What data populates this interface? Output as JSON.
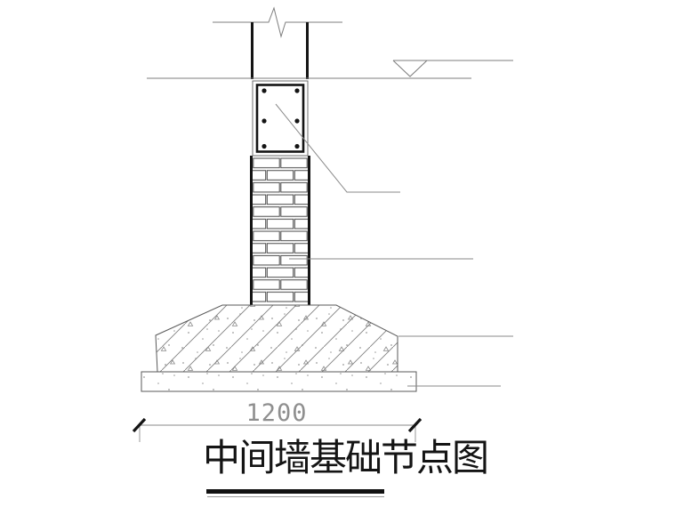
{
  "drawing": {
    "title": "中间墙基础节点图",
    "dimension_label": "1200"
  },
  "components": {
    "break_symbol": "wall-break-zigzag",
    "level_symbol": "ground-level-triangle",
    "ring_beam": "concrete-ring-beam-with-6-rebar-dots",
    "brick_wall": "brick-masonry-running-bond",
    "foundation": "stepped-concrete-foundation-hatched",
    "bedding_slab": "concrete-bedding-layer"
  },
  "colors": {
    "background": "#ffffff",
    "thin_line": "#7d7d7d",
    "dark_line": "#141414",
    "brick_line": "#4a4a4a",
    "foundation_line": "#5a5a5a",
    "dimension_text": "#8f8f8f"
  }
}
